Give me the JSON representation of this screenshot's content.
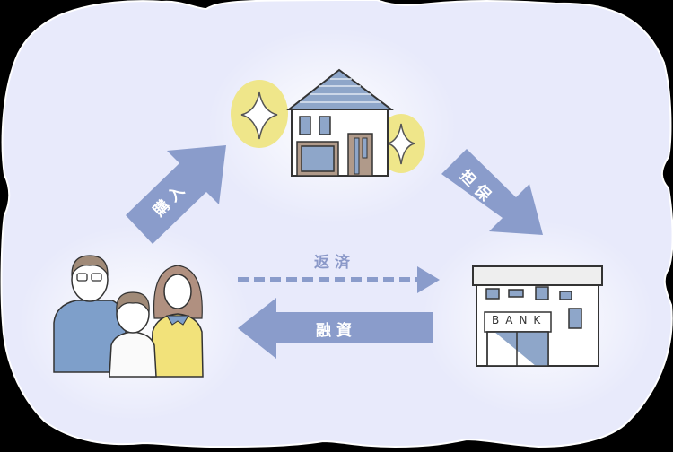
{
  "diagram": {
    "type": "home-loan-flow",
    "background_color": "#e8eafb",
    "arrow_color": "#8a9ccb",
    "sparkle_color": "#efe68a",
    "nodes": [
      {
        "id": "family",
        "label": "family-illustration"
      },
      {
        "id": "house",
        "label": "house-illustration"
      },
      {
        "id": "bank",
        "label": "bank-illustration",
        "sign_text": "BANK"
      }
    ],
    "edges": [
      {
        "from": "family",
        "to": "house",
        "label": "購入",
        "style": "solid"
      },
      {
        "from": "house",
        "to": "bank",
        "label": "担保",
        "style": "solid"
      },
      {
        "from": "family",
        "to": "bank",
        "label": "返済",
        "style": "dashed"
      },
      {
        "from": "bank",
        "to": "family",
        "label": "融資",
        "style": "solid"
      }
    ]
  }
}
